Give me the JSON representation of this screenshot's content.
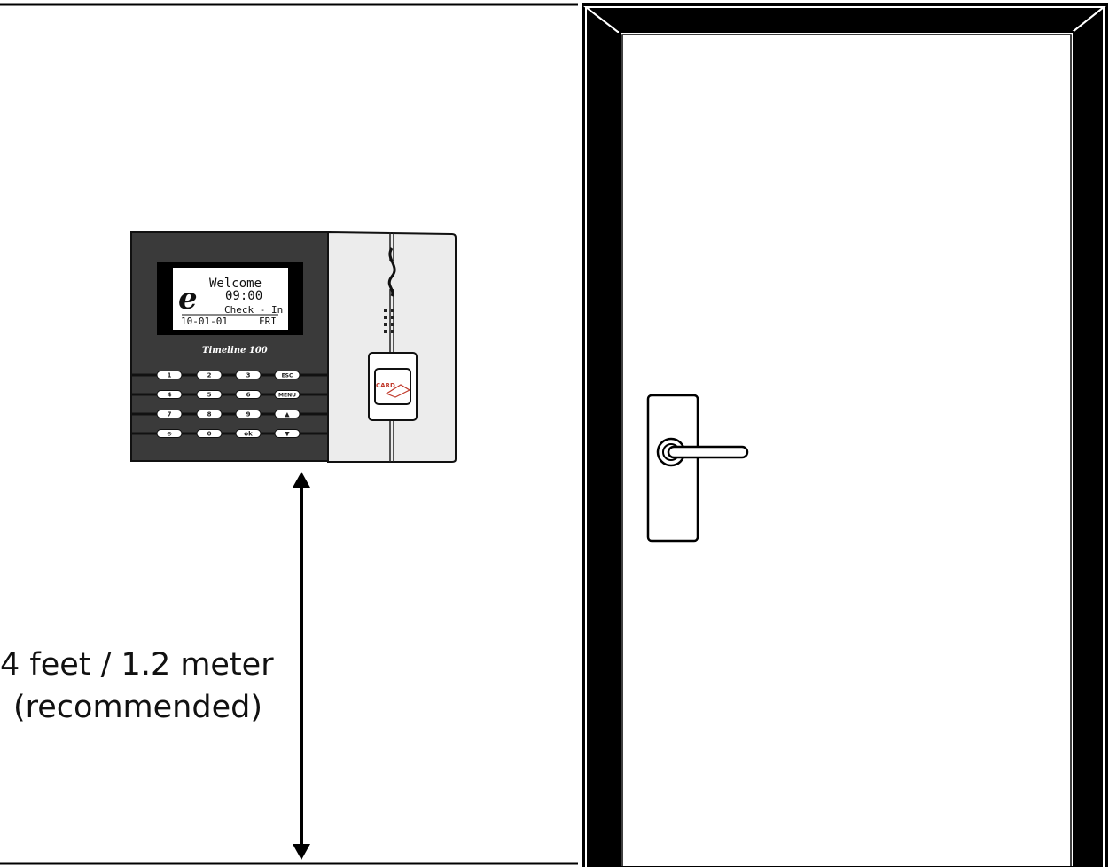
{
  "device": {
    "screen": {
      "line1": "Welcome",
      "line2": "09:00",
      "line3": "Check - In",
      "date": "10-01-01",
      "day": "FRI",
      "logo_letter": "e"
    },
    "brand": "Timeline 100",
    "card_label": "CARD",
    "keypad": {
      "rows": [
        [
          "1",
          "2",
          "3",
          "ESC"
        ],
        [
          "4",
          "5",
          "6",
          "MENU"
        ],
        [
          "7",
          "8",
          "9",
          "▲"
        ],
        [
          "⊙",
          "0",
          "ok",
          "▼"
        ]
      ]
    }
  },
  "measurement": {
    "line1": "4 feet / 1.2 meter",
    "line2": "(recommended)"
  },
  "colors": {
    "device_body": "#3a3a3a",
    "device_panel": "#ececec",
    "frame": "#000000",
    "card_accent": "#c0392b"
  }
}
